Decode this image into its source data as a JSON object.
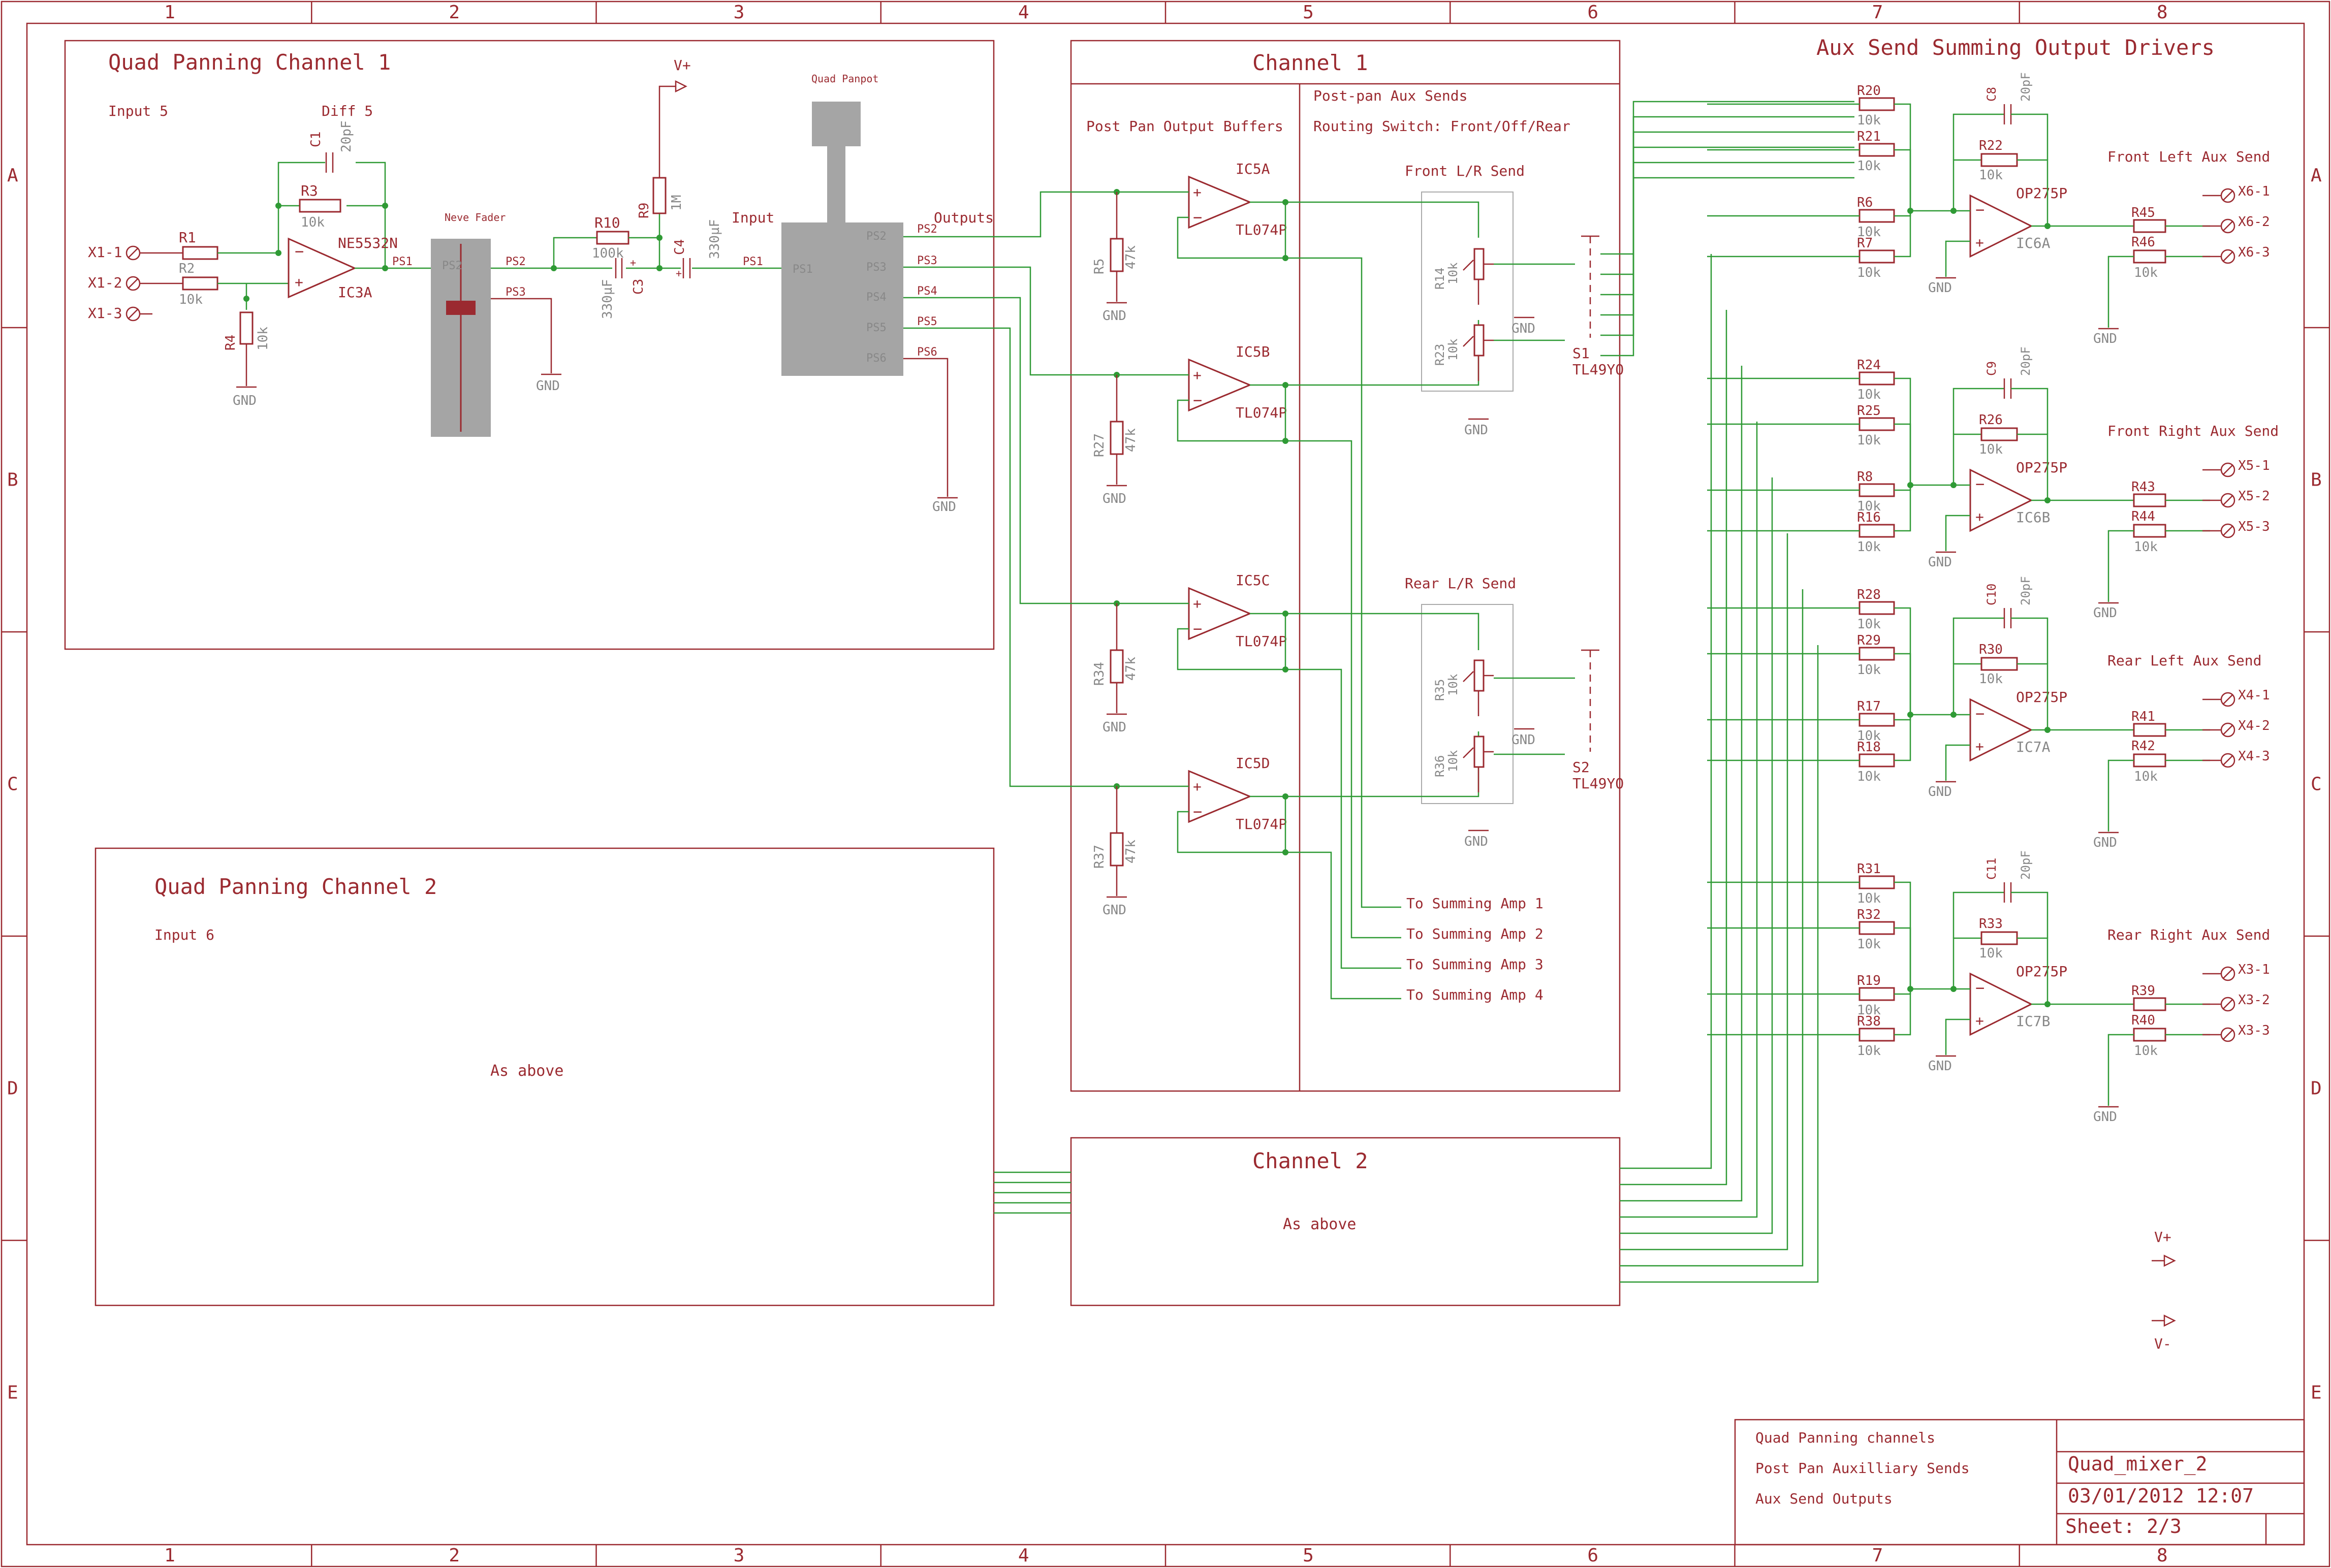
{
  "frame": {
    "columns": [
      "1",
      "2",
      "3",
      "4",
      "5",
      "6",
      "7",
      "8"
    ],
    "rows": [
      "A",
      "B",
      "C",
      "D",
      "E"
    ]
  },
  "blocks": {
    "quad1": {
      "title": "Quad Panning Channel 1",
      "input": "Input 5",
      "diff": "Diff 5"
    },
    "quad2": {
      "title": "Quad Panning Channel 2",
      "input": "Input 6",
      "note": "As above"
    },
    "channel1": {
      "title": "Channel 1",
      "buffers": "Post Pan Output Buffers",
      "aux": "Post-pan Aux Sends",
      "routing": "Routing Switch: Front/Off/Rear",
      "front_send": "Front L/R Send",
      "rear_send": "Rear L/R Send"
    },
    "channel2": {
      "title": "Channel 2",
      "note": "As above"
    },
    "summing": {
      "title": "Aux Send Summing Output Drivers"
    }
  },
  "summing_labels": [
    "To Summing Amp 1",
    "To Summing Amp 2",
    "To Summing Amp 3",
    "To Summing Amp 4"
  ],
  "outputs": [
    {
      "title": "Front Left Aux Send",
      "pins": [
        "X6-1",
        "X6-2",
        "X6-3"
      ]
    },
    {
      "title": "Front Right Aux Send",
      "pins": [
        "X5-1",
        "X5-2",
        "X5-3"
      ]
    },
    {
      "title": "Rear Left Aux Send",
      "pins": [
        "X4-1",
        "X4-2",
        "X4-3"
      ]
    },
    {
      "title": "Rear Right Aux Send",
      "pins": [
        "X3-1",
        "X3-2",
        "X3-3"
      ]
    }
  ],
  "input_pins": [
    "X1-1",
    "X1-2",
    "X1-3"
  ],
  "parts": {
    "fader": "Neve Fader",
    "panpot": "Quad Panpot",
    "panpot_input": "Input",
    "panpot_outputs": "Outputs",
    "vplus": "V+",
    "vminus": "V-",
    "gnd": "GND",
    "ic3a": "IC3A",
    "ne5532": "NE5532N",
    "tl074": "TL074P",
    "op275": "OP275P",
    "s1": "S1",
    "s2": "S2",
    "tl49": "TL49YO"
  },
  "title_block": {
    "lines": [
      "Quad Panning channels",
      "Post Pan Auxilliary Sends",
      "Aux Send Outputs"
    ],
    "name": "Quad_mixer_2",
    "date": "03/01/2012 12:07",
    "sheet": "Sheet: 2/3"
  },
  "colors": {
    "frame": "#9b2a30",
    "wire": "#2f9a35",
    "value": "#888888",
    "part": "#a5a5a5"
  }
}
